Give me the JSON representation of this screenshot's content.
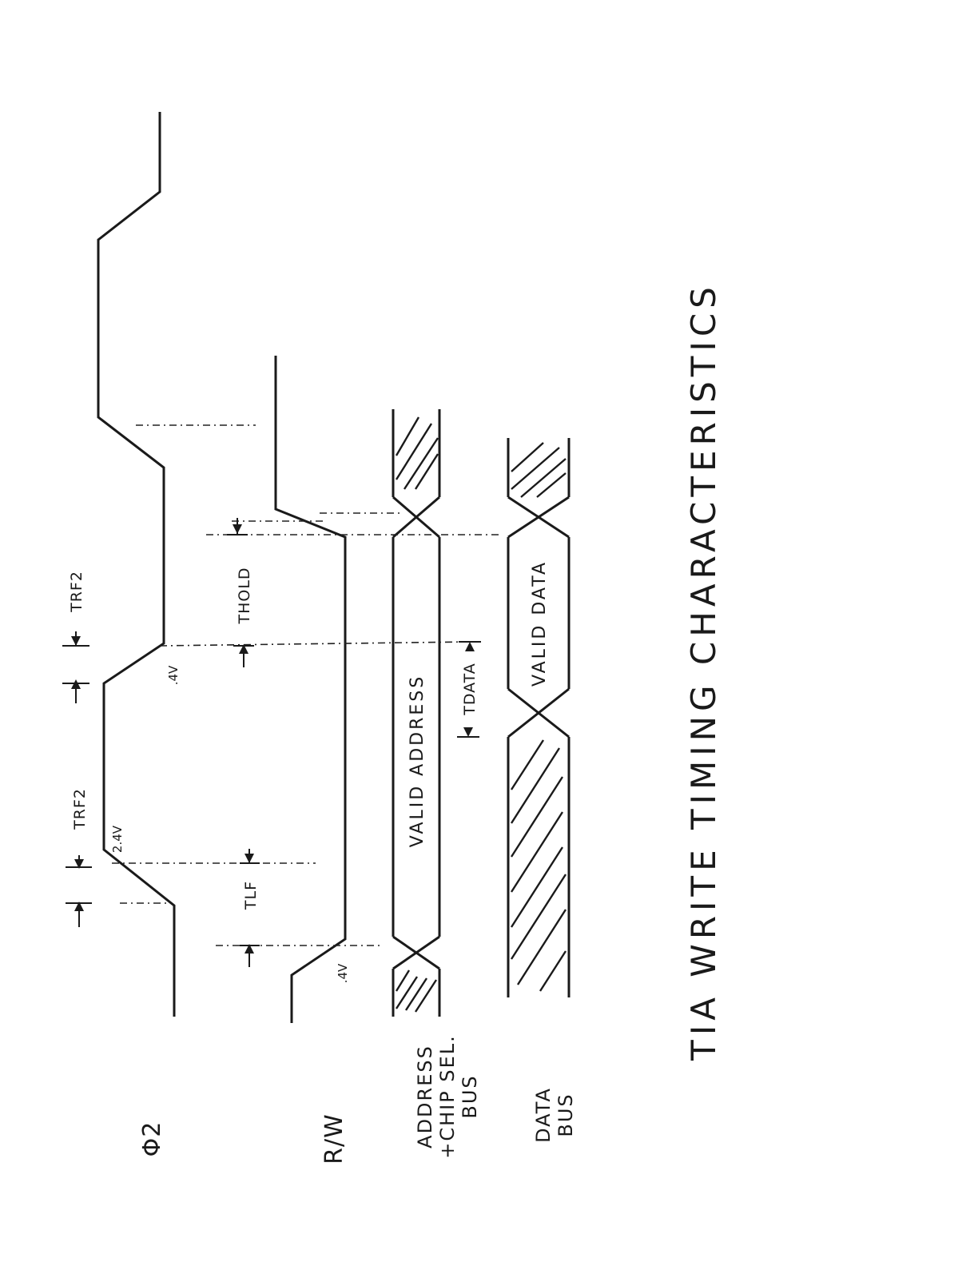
{
  "signals": {
    "phi2": "Φ2",
    "rw": "R/W",
    "address_line1": "ADDRESS",
    "address_line2": "+CHIP SEL.",
    "address_line3": "BUS",
    "data_line1": "DATA",
    "data_line2": "BUS"
  },
  "annotations": {
    "valid_address": "VALID ADDRESS",
    "valid_data": "VALID DATA",
    "trf2_left": "TRF2",
    "trf2_right": "TRF2",
    "tlf": "TLF",
    "thold": "THOLD",
    "tdata": "TDATA",
    "v24": "2.4V",
    "v4_phi": ".4V",
    "v4_rw": ".4V"
  },
  "caption": "TIA WRITE TIMING CHARACTERISTICS"
}
